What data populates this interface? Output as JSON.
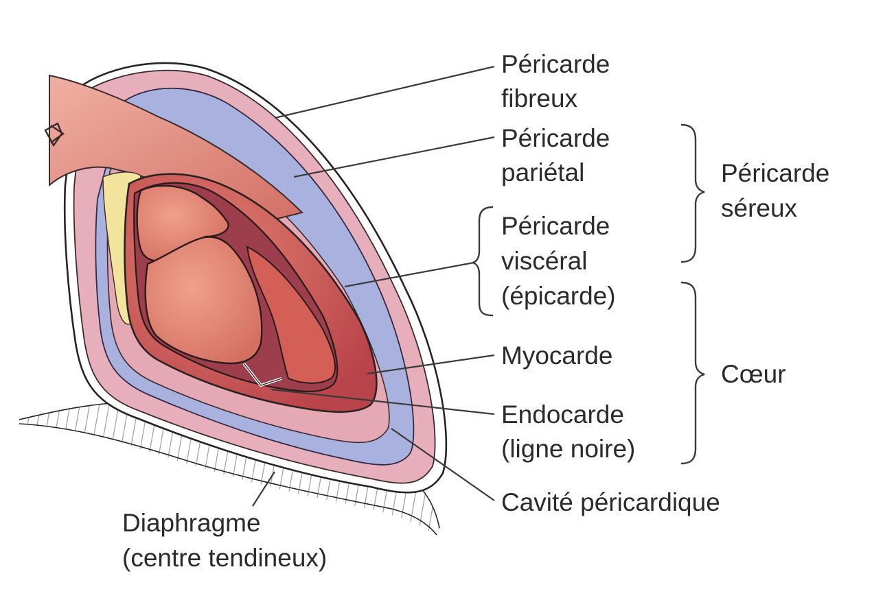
{
  "labels": {
    "pericarde_fibreux": [
      "Péricarde",
      "fibreux"
    ],
    "pericarde_parietal": [
      "Péricarde",
      "pariétal"
    ],
    "pericarde_visceral": [
      "Péricarde",
      "viscéral",
      "(épicarde)"
    ],
    "myocarde": [
      "Myocarde"
    ],
    "endocarde": [
      "Endocarde",
      "(ligne noire)"
    ],
    "cavite": [
      "Cavité péricardique"
    ],
    "diaphragme": [
      "Diaphragme",
      "(centre tendineux)"
    ],
    "pericarde_sereux": [
      "Péricarde",
      "séreux"
    ],
    "coeur": [
      "Cœur"
    ]
  },
  "colors": {
    "fibrous_pink": "#e9b3c1",
    "serous_blue": "#a4aedb",
    "muscle_red": "#c9524f",
    "vessel_red": "#d8776c",
    "dark_wall": "#9a3a48",
    "chamber": "#dd8577",
    "fat_yellow": "#f4e6a0",
    "text": "#2b2b2b"
  }
}
